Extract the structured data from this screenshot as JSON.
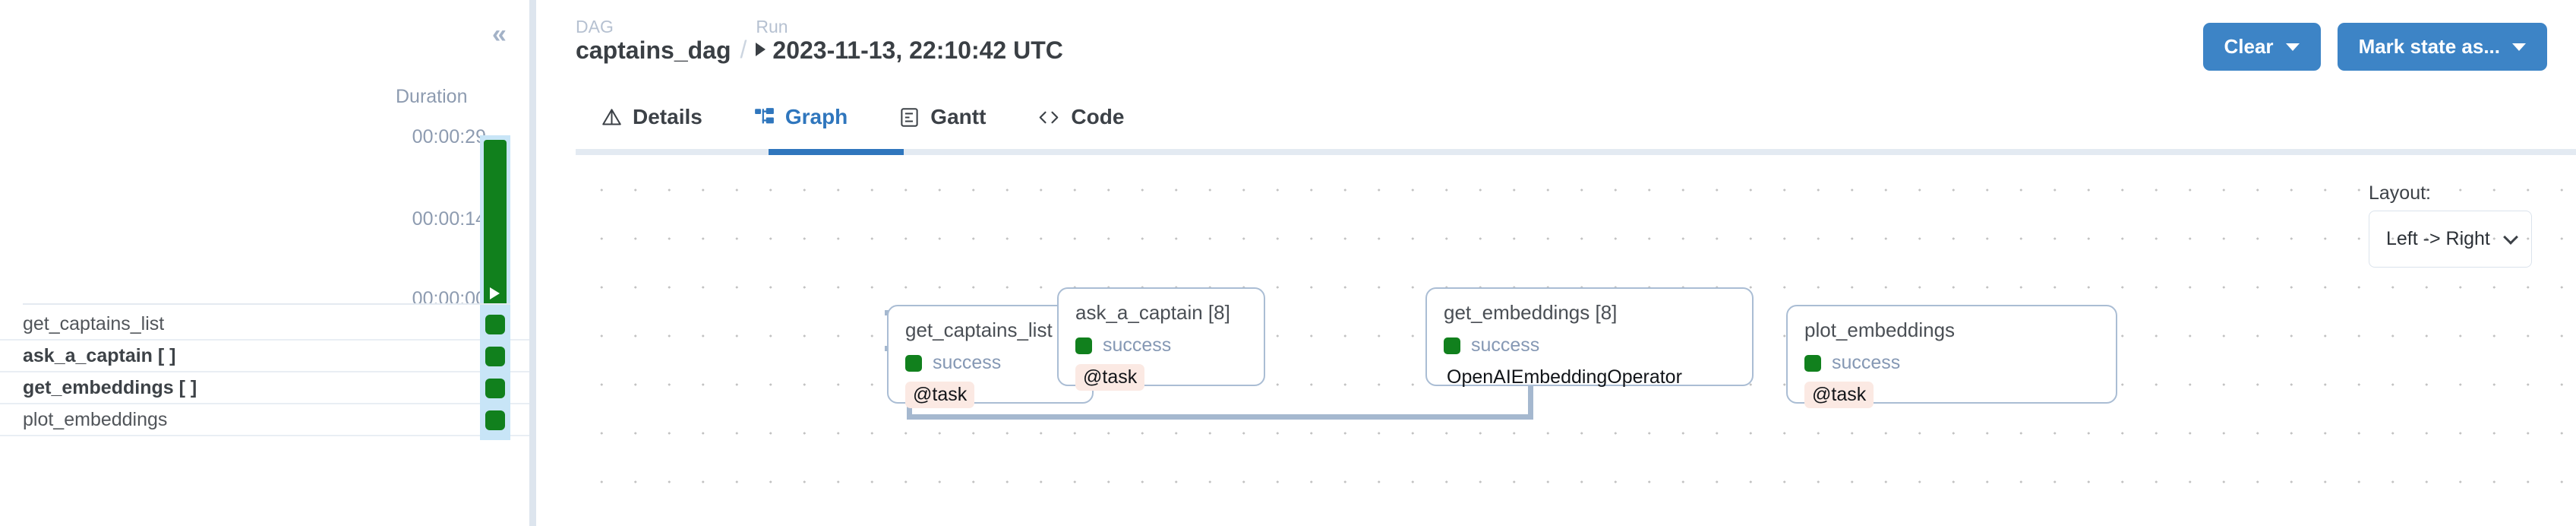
{
  "left_pane": {
    "collapse_icon": "«",
    "duration_label": "Duration",
    "axis_ticks": [
      "00:00:29",
      "00:00:14",
      "00:00:00"
    ],
    "tasks": [
      {
        "name": "get_captains_list",
        "status": "success",
        "bold": false
      },
      {
        "name": "ask_a_captain [ ]",
        "status": "success",
        "bold": true
      },
      {
        "name": "get_embeddings [ ]",
        "status": "success",
        "bold": true
      },
      {
        "name": "plot_embeddings",
        "status": "success",
        "bold": false
      }
    ]
  },
  "divider": {
    "expand_icon": "»"
  },
  "header": {
    "breadcrumb": {
      "dag_label": "DAG",
      "dag_value": "captains_dag",
      "separator": "/",
      "run_label": "Run",
      "run_value": "2023-11-13, 22:10:42 UTC"
    },
    "actions": [
      {
        "label": "Clear"
      },
      {
        "label": "Mark state as..."
      }
    ]
  },
  "tabs": [
    {
      "label": "Details",
      "icon": "warning-triangle-icon",
      "active": false
    },
    {
      "label": "Graph",
      "icon": "graph-nodes-icon",
      "active": true
    },
    {
      "label": "Gantt",
      "icon": "gantt-document-icon",
      "active": false
    },
    {
      "label": "Code",
      "icon": "code-brackets-icon",
      "active": false
    }
  ],
  "graph": {
    "layout": {
      "label": "Layout:",
      "selected": "Left -> Right"
    },
    "nodes": [
      {
        "id": "get_captains_list",
        "title": "get_captains_list",
        "status": "success",
        "badge": "@task",
        "badge_type": "task"
      },
      {
        "id": "ask_a_captain",
        "title": "ask_a_captain [8]",
        "status": "success",
        "badge": "@task",
        "badge_type": "task"
      },
      {
        "id": "get_embeddings",
        "title": "get_embeddings [8]",
        "status": "success",
        "badge": "OpenAIEmbeddingOperator",
        "badge_type": "operator"
      },
      {
        "id": "plot_embeddings",
        "title": "plot_embeddings",
        "status": "success",
        "badge": "@task",
        "badge_type": "task"
      }
    ]
  },
  "colors": {
    "accent_blue": "#3d84c6",
    "tab_active": "#2f76bd",
    "success_green": "#11801d",
    "node_border": "#aabdd4",
    "edge": "#a5b8cf",
    "selected_column": "#c8e5f7",
    "task_badge_bg": "#fbe9e3"
  },
  "chart_data": {
    "type": "bar",
    "title": "Duration",
    "categories": [
      "2023-11-13, 22:10:42 UTC"
    ],
    "values": [
      29
    ],
    "value_labels": [
      "00:00:29"
    ],
    "ylabel": "Duration",
    "xlabel": "",
    "ytick_labels": [
      "00:00:00",
      "00:00:14",
      "00:00:29"
    ],
    "ytick_values": [
      0,
      14,
      29
    ],
    "ylim": [
      0,
      29
    ],
    "grid": false,
    "legend": "none",
    "bar_color": "#11801d",
    "selected_index": 0
  }
}
